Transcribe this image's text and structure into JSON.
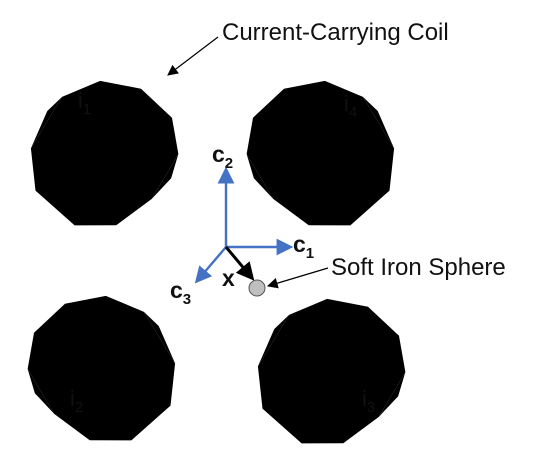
{
  "labels": {
    "coil_callout": "Current-Carrying Coil",
    "sphere_callout": "Soft Iron Sphere"
  },
  "coils": [
    {
      "name": "i",
      "index": "1"
    },
    {
      "name": "i",
      "index": "2"
    },
    {
      "name": "i",
      "index": "3"
    },
    {
      "name": "i",
      "index": "4"
    }
  ],
  "axes": [
    {
      "name": "c",
      "index": "1",
      "color": "#4472C4"
    },
    {
      "name": "c",
      "index": "2",
      "color": "#4472C4"
    },
    {
      "name": "c",
      "index": "3",
      "color": "#4472C4"
    }
  ],
  "position_vector": {
    "name": "x",
    "color": "#000000"
  },
  "sphere": {
    "fill": "#bfbfbf"
  }
}
